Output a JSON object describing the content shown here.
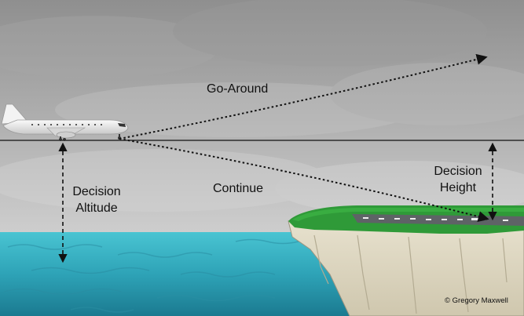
{
  "labels": {
    "go_around": "Go-Around",
    "continue": "Continue",
    "decision_altitude_line1": "Decision",
    "decision_altitude_line2": "Altitude",
    "decision_height_line1": "Decision",
    "decision_height_line2": "Height"
  },
  "credit": "© Gregory Maxwell",
  "colors": {
    "sky_top": "#8f8f8f",
    "sky_bottom": "#e4e4e4",
    "sea_top": "#3fb9c9",
    "sea_bottom": "#1d7f95",
    "grass": "#2f9a38",
    "runway": "#5e6366",
    "cliff": "#ddd6c2",
    "line": "#111111"
  }
}
